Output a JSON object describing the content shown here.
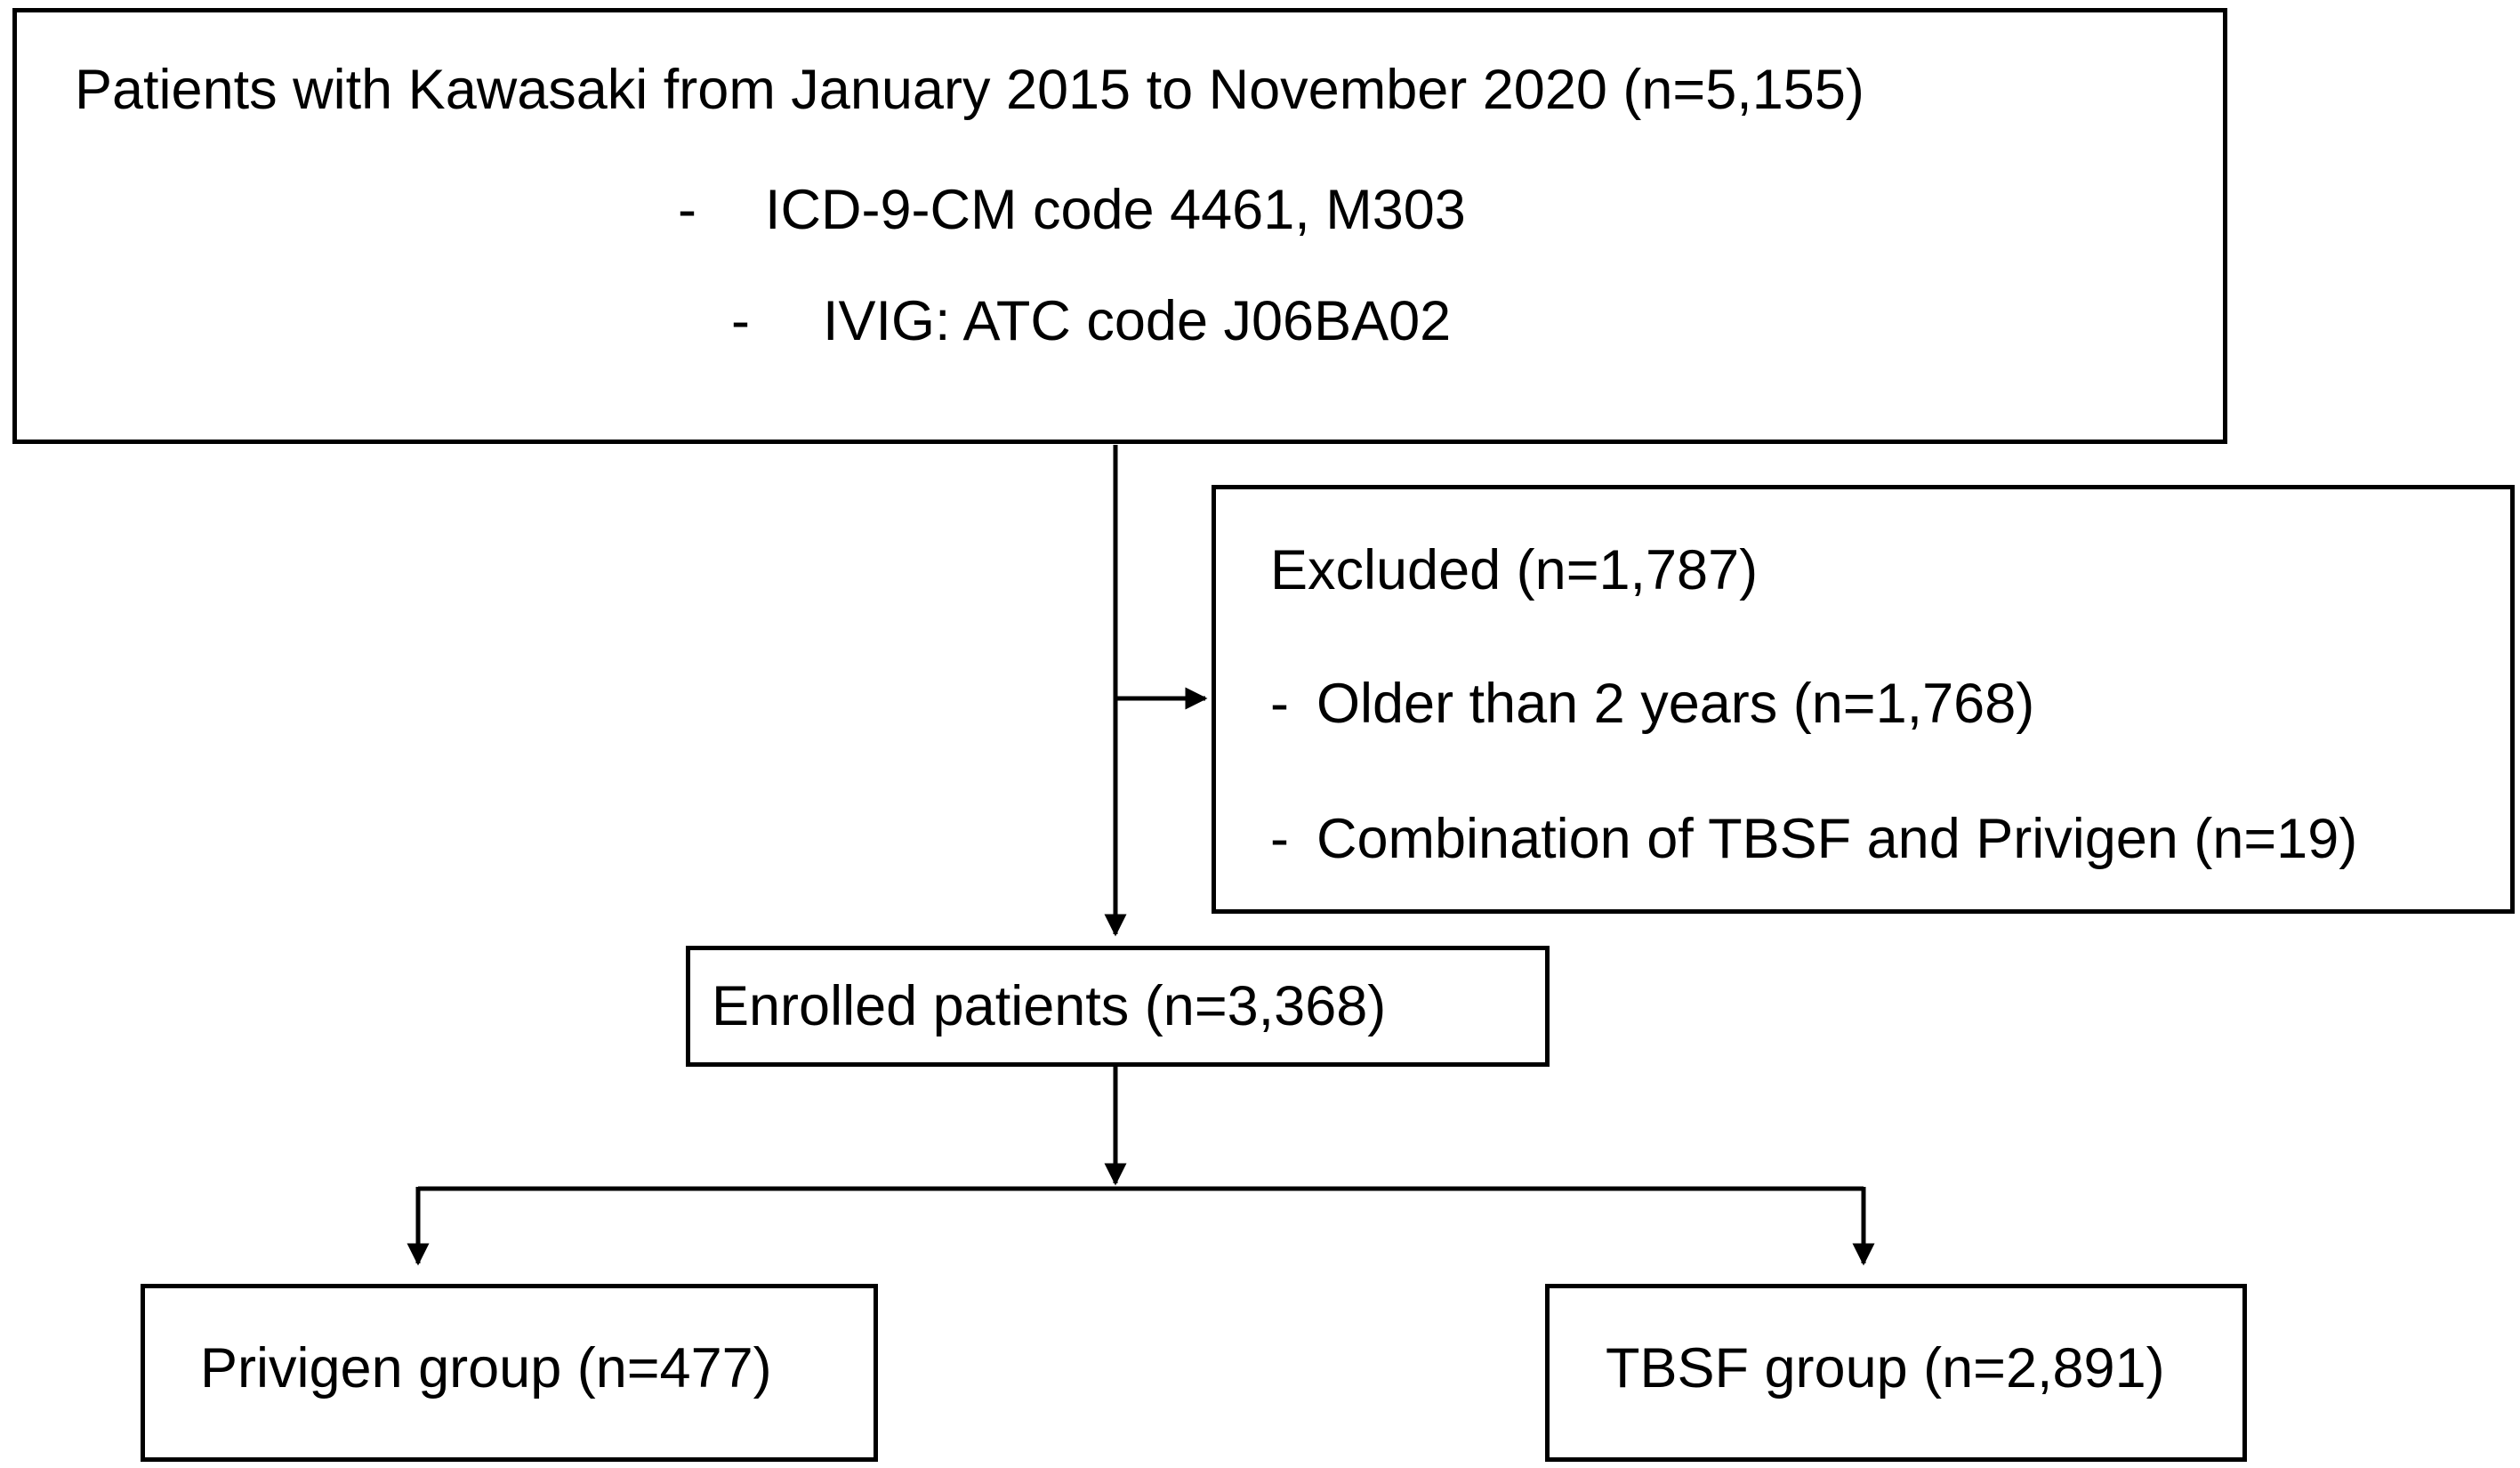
{
  "boxes": {
    "initial": {
      "title": "Patients with Kawasaki from January 2015 to November 2020 (n=5,155)",
      "criteria": [
        {
          "bullet": "-",
          "text": "ICD-9-CM code 4461, M303"
        },
        {
          "bullet": "-",
          "text": "IVIG: ATC code J06BA02"
        }
      ]
    },
    "excluded": {
      "title": "Excluded (n=1,787)",
      "items": [
        {
          "bullet": "-",
          "text": "Older than 2 years (n=1,768)"
        },
        {
          "bullet": "-",
          "text": "Combination of TBSF and Privigen (n=19)"
        }
      ]
    },
    "enrolled": {
      "title": "Enrolled patients (n=3,368)"
    },
    "privigen": {
      "title": "Privigen group (n=477)"
    },
    "tbsf": {
      "title": "TBSF group (n=2,891)"
    }
  }
}
